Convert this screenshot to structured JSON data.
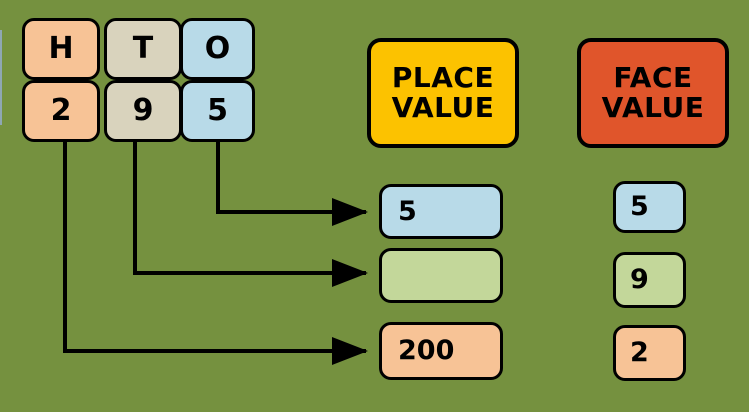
{
  "background_color": "#75913f",
  "colors": {
    "peach": "#f7c396",
    "beige": "#d9d3bd",
    "blue": "#b8dae8",
    "light_green": "#c3d79a",
    "amber": "#fcc200",
    "orange": "#e0552b",
    "outline": "#000000"
  },
  "place_headers": [
    {
      "label": "H",
      "color": "peach"
    },
    {
      "label": "T",
      "color": "beige"
    },
    {
      "label": "O",
      "color": "blue"
    }
  ],
  "digits": [
    {
      "label": "2",
      "color": "peach"
    },
    {
      "label": "9",
      "color": "beige"
    },
    {
      "label": "5",
      "color": "blue"
    }
  ],
  "banners": {
    "place_value": {
      "line1": "PLACE",
      "line2": "VALUE",
      "color": "amber"
    },
    "face_value": {
      "line1": "FACE",
      "line2": "VALUE",
      "color": "orange"
    }
  },
  "place_value_column": [
    {
      "label": "5",
      "color": "blue"
    },
    {
      "label": "",
      "color": "light_green"
    },
    {
      "label": "200",
      "color": "peach"
    }
  ],
  "face_value_column": [
    {
      "label": "5",
      "color": "blue"
    },
    {
      "label": "9",
      "color": "light_green"
    },
    {
      "label": "2",
      "color": "peach"
    }
  ],
  "connectors": [
    {
      "from": "digit-5",
      "to": "place-value-row-1"
    },
    {
      "from": "digit-9",
      "to": "place-value-row-2"
    },
    {
      "from": "digit-2",
      "to": "place-value-row-3"
    }
  ]
}
